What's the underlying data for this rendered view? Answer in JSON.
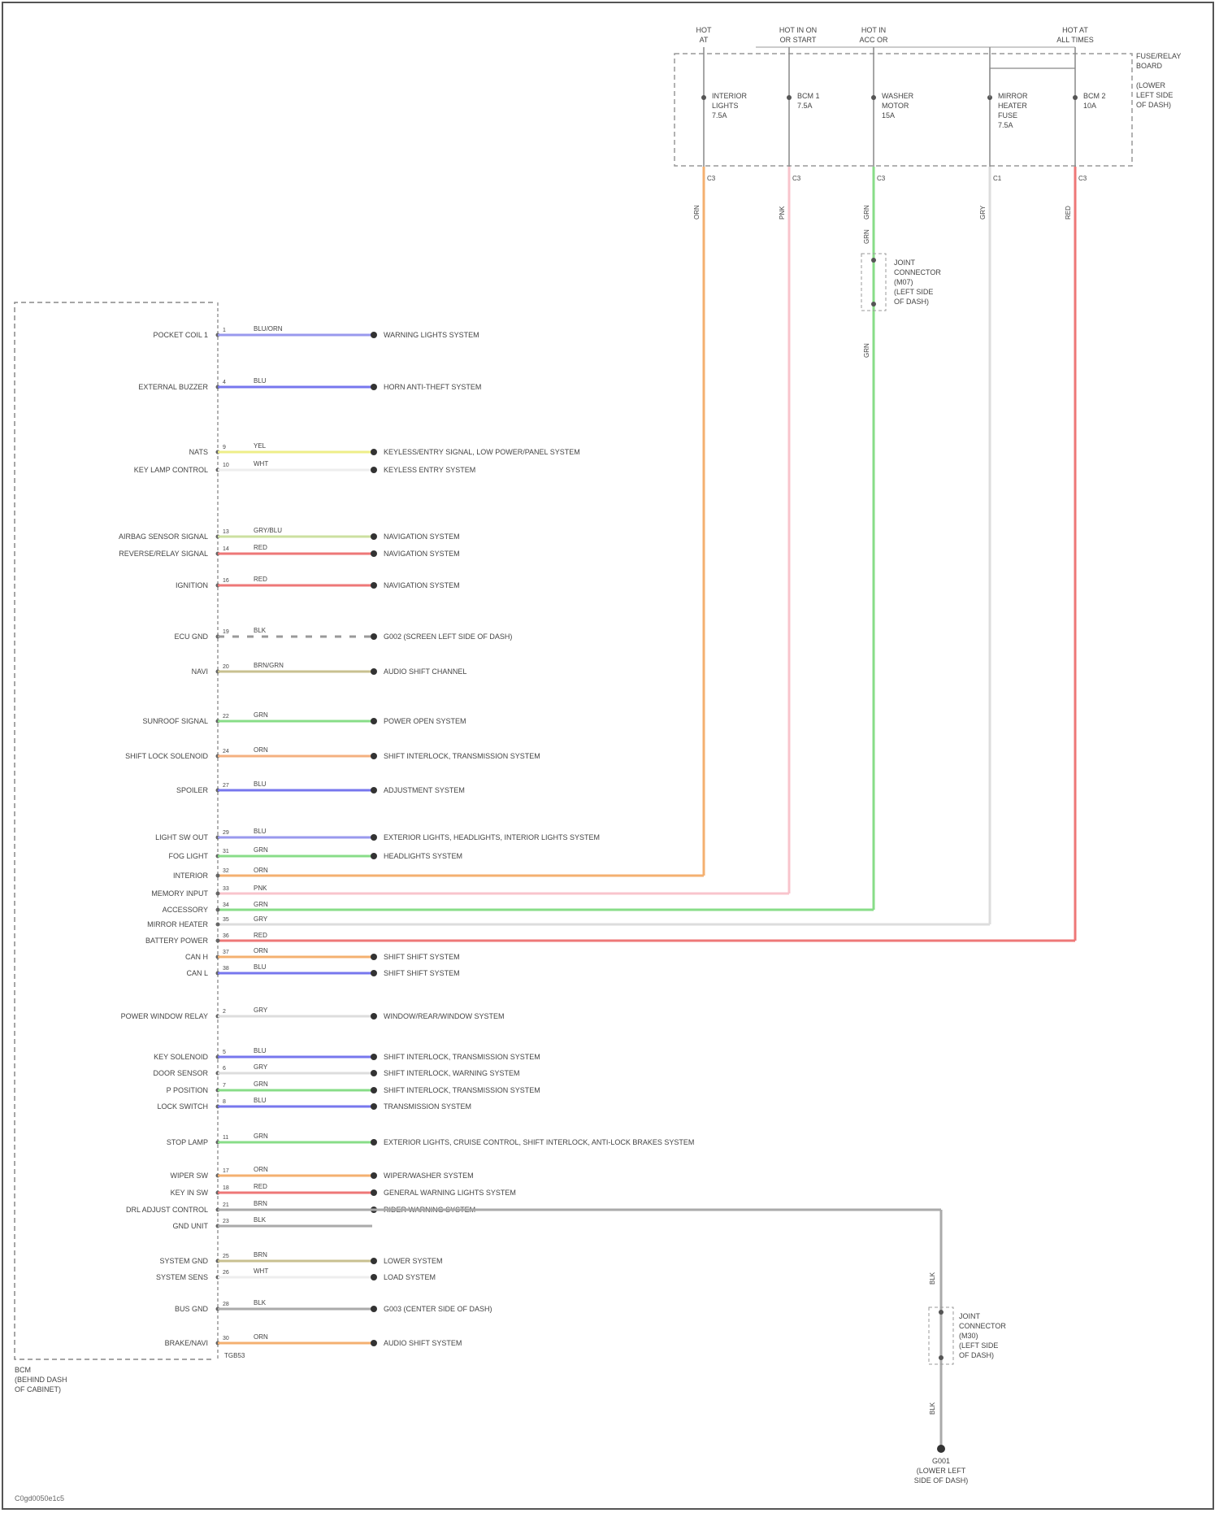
{
  "footer_code": "C0gd0050e1c5",
  "module": {
    "label_lines": [
      "BCM",
      "(BEHIND DASH",
      "OF CABINET)"
    ],
    "end_pin": "TGB53"
  },
  "fuse_box": {
    "label_lines": [
      "FUSE/RELAY",
      "BOARD",
      "",
      "(LOWER",
      "LEFT SIDE",
      "OF DASH)"
    ],
    "top_labels": [
      [
        "HOT",
        "AT"
      ],
      [
        "HOT IN ON",
        "OR START"
      ],
      [
        "HOT IN",
        "ACC OR"
      ],
      [
        "HOT AT",
        "ALL TIMES"
      ]
    ],
    "fuses": [
      [
        "INTERIOR",
        "LIGHTS",
        "7.5A"
      ],
      [
        "BCM 1",
        "7.5A"
      ],
      [
        "WASHER",
        "MOTOR",
        "15A"
      ],
      [
        "MIRROR",
        "HEATER",
        "FUSE",
        "7.5A"
      ],
      [
        "BCM 2",
        "10A"
      ]
    ],
    "connector_ids": [
      "C3",
      "C3",
      "C3",
      "C1",
      "C3"
    ]
  },
  "splices": [
    {
      "id": "joint-connector-1",
      "label_lines": [
        "JOINT",
        "CONNECTOR",
        "(M07)",
        "(LEFT SIDE",
        "OF DASH)"
      ],
      "wire_top": "GRN",
      "wire_bottom": "GRN"
    },
    {
      "id": "joint-connector-2",
      "label_lines": [
        "JOINT",
        "CONNECTOR",
        "(M30)",
        "(LEFT SIDE",
        "OF DASH)"
      ],
      "wire_top": "BLK",
      "wire_bottom": "BLK"
    }
  ],
  "ground": {
    "label_lines": [
      "G001",
      "(LOWER LEFT",
      "SIDE OF DASH)"
    ]
  },
  "pins": [
    {
      "pin": "1",
      "signal": "POCKET COIL 1",
      "wire": "BLU/ORN",
      "dest": "WARNING LIGHTS SYSTEM",
      "color": "#9999ee"
    },
    {
      "pin": "4",
      "signal": "EXTERNAL BUZZER",
      "wire": "BLU",
      "dest": "HORN ANTI-THEFT SYSTEM",
      "color": "#7777ee"
    },
    {
      "pin": "9",
      "signal": "NATS",
      "wire": "YEL",
      "dest": "KEYLESS/ENTRY SIGNAL, LOW POWER/PANEL SYSTEM",
      "color": "#eeee88"
    },
    {
      "pin": "10",
      "signal": "KEY LAMP CONTROL",
      "wire": "WHT",
      "dest": "KEYLESS ENTRY SYSTEM",
      "color": "#eeeeee"
    },
    {
      "pin": "13",
      "signal": "AIRBAG SENSOR SIGNAL",
      "wire": "GRY/BLU",
      "dest": "NAVIGATION SYSTEM",
      "color": "#cce0a0"
    },
    {
      "pin": "14",
      "signal": "REVERSE/RELAY SIGNAL",
      "wire": "RED",
      "dest": "NAVIGATION SYSTEM",
      "color": "#ee7777"
    },
    {
      "pin": "16",
      "signal": "IGNITION",
      "wire": "RED",
      "dest": "NAVIGATION SYSTEM",
      "color": "#ee7777"
    },
    {
      "pin": "19",
      "signal": "ECU GND",
      "wire": "BLK",
      "dest": "G002 (SCREEN LEFT SIDE OF DASH)",
      "color": "#999999"
    },
    {
      "pin": "20",
      "signal": "NAVI",
      "wire": "BRN/GRN",
      "dest": "AUDIO SHIFT CHANNEL",
      "color": "#c8c090"
    },
    {
      "pin": "22",
      "signal": "SUNROOF SIGNAL",
      "wire": "GRN",
      "dest": "POWER OPEN SYSTEM",
      "color": "#88dd88"
    },
    {
      "pin": "24",
      "signal": "SHIFT LOCK SOLENOID",
      "wire": "ORN",
      "dest": "SHIFT INTERLOCK, TRANSMISSION SYSTEM",
      "color": "#f4b080"
    },
    {
      "pin": "27",
      "signal": "SPOILER",
      "wire": "BLU",
      "dest": "ADJUSTMENT SYSTEM",
      "color": "#7777ee"
    },
    {
      "pin": "29",
      "signal": "LIGHT SW OUT",
      "wire": "BLU",
      "dest": "EXTERIOR LIGHTS, HEADLIGHTS, INTERIOR LIGHTS SYSTEM",
      "color": "#9999ee"
    },
    {
      "pin": "31",
      "signal": "FOG LIGHT",
      "wire": "GRN",
      "dest": "HEADLIGHTS SYSTEM",
      "color": "#88dd88"
    },
    {
      "pin": "32",
      "signal": "INTERIOR",
      "wire": "ORN",
      "dest": "",
      "color": "#f4b070"
    },
    {
      "pin": "33",
      "signal": "MEMORY INPUT",
      "wire": "PNK",
      "dest": "",
      "color": "#f8c4cc"
    },
    {
      "pin": "34",
      "signal": "ACCESSORY",
      "wire": "GRN",
      "dest": "",
      "color": "#88dd88"
    },
    {
      "pin": "35",
      "signal": "MIRROR HEATER",
      "wire": "GRY",
      "dest": "",
      "color": "#dddddd"
    },
    {
      "pin": "36",
      "signal": "BATTERY POWER",
      "wire": "RED",
      "dest": "",
      "color": "#ee7777"
    },
    {
      "pin": "37",
      "signal": "CAN H",
      "wire": "ORN",
      "dest": "SHIFT SHIFT SYSTEM",
      "color": "#f4b070"
    },
    {
      "pin": "38",
      "signal": "CAN L",
      "wire": "BLU",
      "dest": "SHIFT SHIFT SYSTEM",
      "color": "#7777ee"
    },
    {
      "pin": "2",
      "signal": "POWER WINDOW RELAY",
      "wire": "GRY",
      "dest": "WINDOW/REAR/WINDOW SYSTEM",
      "color": "#dddddd"
    },
    {
      "pin": "5",
      "signal": "KEY SOLENOID",
      "wire": "BLU",
      "dest": "SHIFT INTERLOCK, TRANSMISSION SYSTEM",
      "color": "#7777ee"
    },
    {
      "pin": "6",
      "signal": "DOOR SENSOR",
      "wire": "GRY",
      "dest": "SHIFT INTERLOCK, WARNING SYSTEM",
      "color": "#dddddd"
    },
    {
      "pin": "7",
      "signal": "P POSITION",
      "wire": "GRN",
      "dest": "SHIFT INTERLOCK, TRANSMISSION SYSTEM",
      "color": "#88dd88"
    },
    {
      "pin": "8",
      "signal": "LOCK SWITCH",
      "wire": "BLU",
      "dest": "TRANSMISSION SYSTEM",
      "color": "#7777ee"
    },
    {
      "pin": "11",
      "signal": "STOP LAMP",
      "wire": "GRN",
      "dest": "EXTERIOR LIGHTS, CRUISE CONTROL, SHIFT INTERLOCK, ANTI-LOCK BRAKES SYSTEM",
      "color": "#88dd88"
    },
    {
      "pin": "17",
      "signal": "WIPER SW",
      "wire": "ORN",
      "dest": "WIPER/WASHER SYSTEM",
      "color": "#f4b070"
    },
    {
      "pin": "18",
      "signal": "KEY IN SW",
      "wire": "RED",
      "dest": "GENERAL WARNING LIGHTS SYSTEM",
      "color": "#ee7777"
    },
    {
      "pin": "21",
      "signal": "DRL ADJUST CONTROL",
      "wire": "BRN",
      "dest": "RIDER WARNING SYSTEM",
      "color": "#d0b890"
    },
    {
      "pin": "23",
      "signal": "GND UNIT",
      "wire": "BLK",
      "dest": "",
      "color": "#aaaaaa"
    },
    {
      "pin": "25",
      "signal": "SYSTEM GND",
      "wire": "BRN",
      "dest": "LOWER SYSTEM",
      "color": "#c8c090"
    },
    {
      "pin": "26",
      "signal": "SYSTEM SENS",
      "wire": "WHT",
      "dest": "LOAD SYSTEM",
      "color": "#eeeeee"
    },
    {
      "pin": "28",
      "signal": "BUS GND",
      "wire": "BLK",
      "dest": "G003 (CENTER SIDE OF DASH)",
      "color": "#aaaaaa"
    },
    {
      "pin": "30",
      "signal": "BRAKE/NAVI",
      "wire": "ORN",
      "dest": "AUDIO SHIFT SYSTEM",
      "color": "#f4b070"
    }
  ]
}
